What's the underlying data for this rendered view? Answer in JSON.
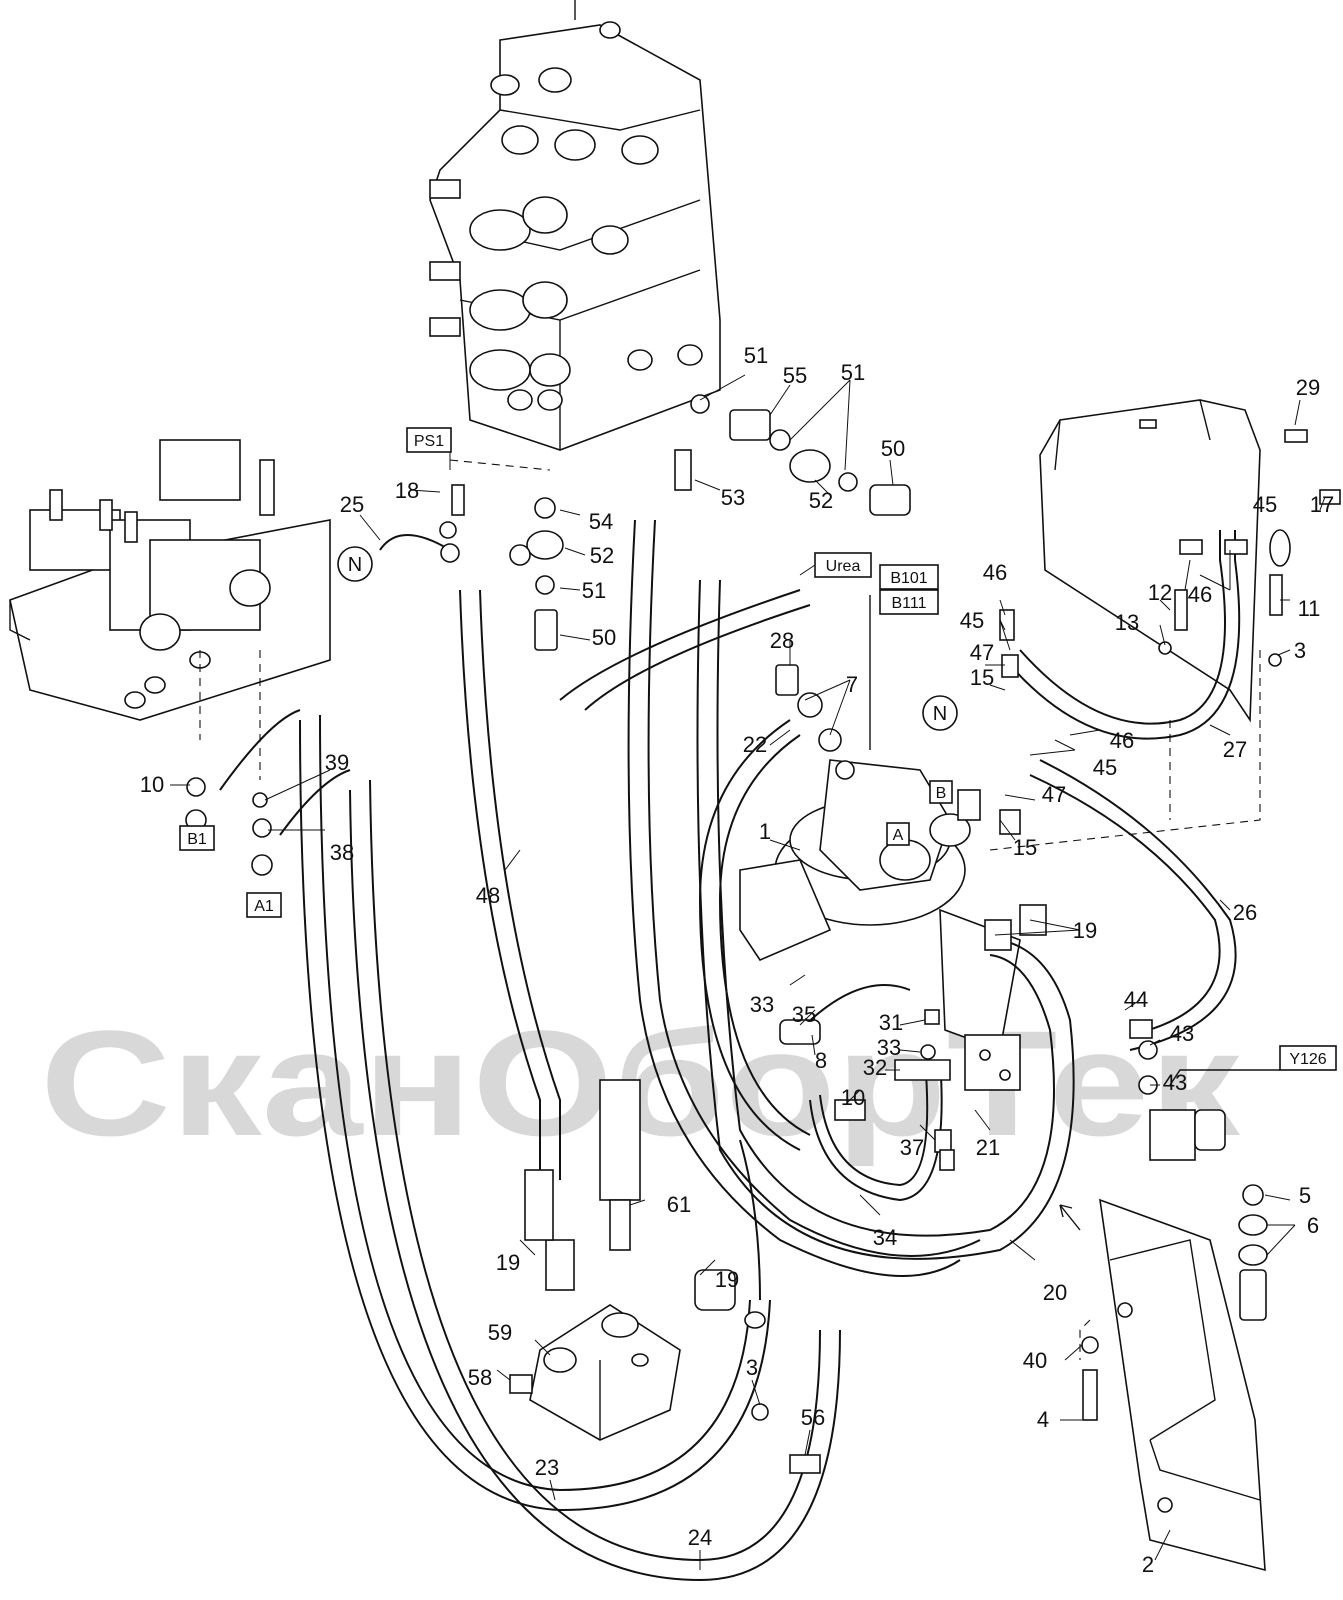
{
  "watermark": {
    "text": "СканОборТек"
  },
  "connector_tags": [
    "PS1",
    "Urea",
    "B101",
    "B111",
    "B1",
    "A1",
    "A",
    "B",
    "Y126"
  ],
  "circle_markers": [
    "N",
    "N"
  ],
  "part_numbers": [
    "1",
    "2",
    "3",
    "3",
    "4",
    "5",
    "6",
    "7",
    "8",
    "10",
    "10",
    "11",
    "12",
    "13",
    "15",
    "15",
    "17",
    "18",
    "19",
    "19",
    "19",
    "20",
    "21",
    "22",
    "23",
    "24",
    "25",
    "26",
    "27",
    "28",
    "29",
    "31",
    "32",
    "33",
    "33",
    "34",
    "35",
    "37",
    "38",
    "39",
    "40",
    "43",
    "43",
    "44",
    "45",
    "45",
    "45",
    "46",
    "46",
    "46",
    "47",
    "47",
    "48",
    "50",
    "50",
    "51",
    "51",
    "51",
    "52",
    "52",
    "53",
    "54",
    "55",
    "56",
    "58",
    "59",
    "61"
  ]
}
